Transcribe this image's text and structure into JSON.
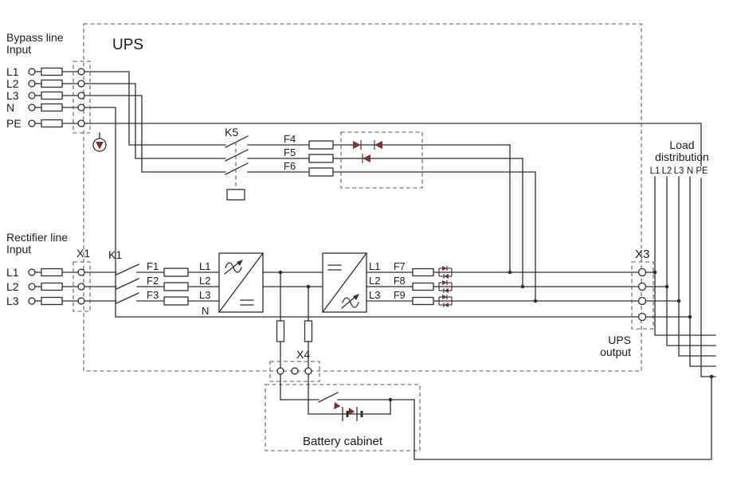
{
  "colors": {
    "wire": "#2e2e2e",
    "dashed": "#5a5a5a",
    "accent": "#7e2f36",
    "background": "#ffffff"
  },
  "ups": {
    "title": "UPS"
  },
  "bypass_input": {
    "title_line1": "Bypass line",
    "title_line2": "Input",
    "terminals": [
      "L1",
      "L2",
      "L3",
      "N",
      "PE"
    ]
  },
  "rectifier_input": {
    "title_line1": "Rectifier line",
    "title_line2": "Input",
    "terminals": [
      "L1",
      "L2",
      "L3"
    ]
  },
  "terminal_blocks": {
    "x1": "X1",
    "x3": "X3",
    "x4": "X4"
  },
  "contactors": {
    "k1": "K1",
    "k5": "K5"
  },
  "bypass_fuses": [
    "F4",
    "F5",
    "F6"
  ],
  "rectifier_fuses": [
    "F1",
    "F2",
    "F3"
  ],
  "output_fuses": [
    "F7",
    "F8",
    "F9"
  ],
  "rectifier_inputs": [
    "L1",
    "L2",
    "L3"
  ],
  "neutral": "N",
  "inverter_outputs": [
    "L1",
    "L2",
    "L3"
  ],
  "ups_output": {
    "line1": "UPS",
    "line2": "output"
  },
  "load_distribution": {
    "title_line1": "Load",
    "title_line2": "distribution",
    "conductors": [
      "L1",
      "L2",
      "L3",
      "N",
      "PE"
    ]
  },
  "battery": {
    "label": "Battery cabinet"
  }
}
